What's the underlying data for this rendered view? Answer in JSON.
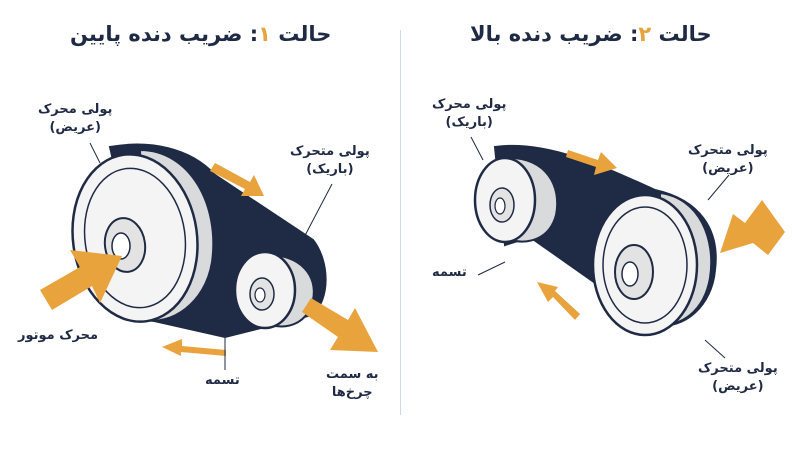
{
  "scenario_1": {
    "title_prefix": "حالت",
    "title_number": "۱",
    "title_suffix": ": ضریب دنده پایین",
    "driver_pulley": {
      "name": "پولی محرک",
      "size": "(عریض)"
    },
    "driven_pulley": {
      "name": "پولی متحرک",
      "size": "(باریک)"
    },
    "motor": "محرک موتور",
    "belt": "تسمه",
    "output": {
      "line1": "به سمت",
      "line2": "چرخ‌ها"
    }
  },
  "scenario_2": {
    "title_prefix": "حالت",
    "title_number": "۲",
    "title_suffix": ": ضریب دنده بالا",
    "driver_pulley": {
      "name": "پولی محرک",
      "size": "(باریک)"
    },
    "driven_pulley": {
      "name": "پولی متحرک",
      "size": "(عریض)"
    },
    "belt": "تسمه",
    "lower_driven_pulley": {
      "name": "پولی متحرک",
      "size": "(عریض)"
    }
  },
  "colors": {
    "belt": "#1f2a44",
    "arrow": "#e8a33c",
    "pulley_fill": "#f2f2f2",
    "outline": "#1f2a44",
    "text": "#1f2a44"
  }
}
